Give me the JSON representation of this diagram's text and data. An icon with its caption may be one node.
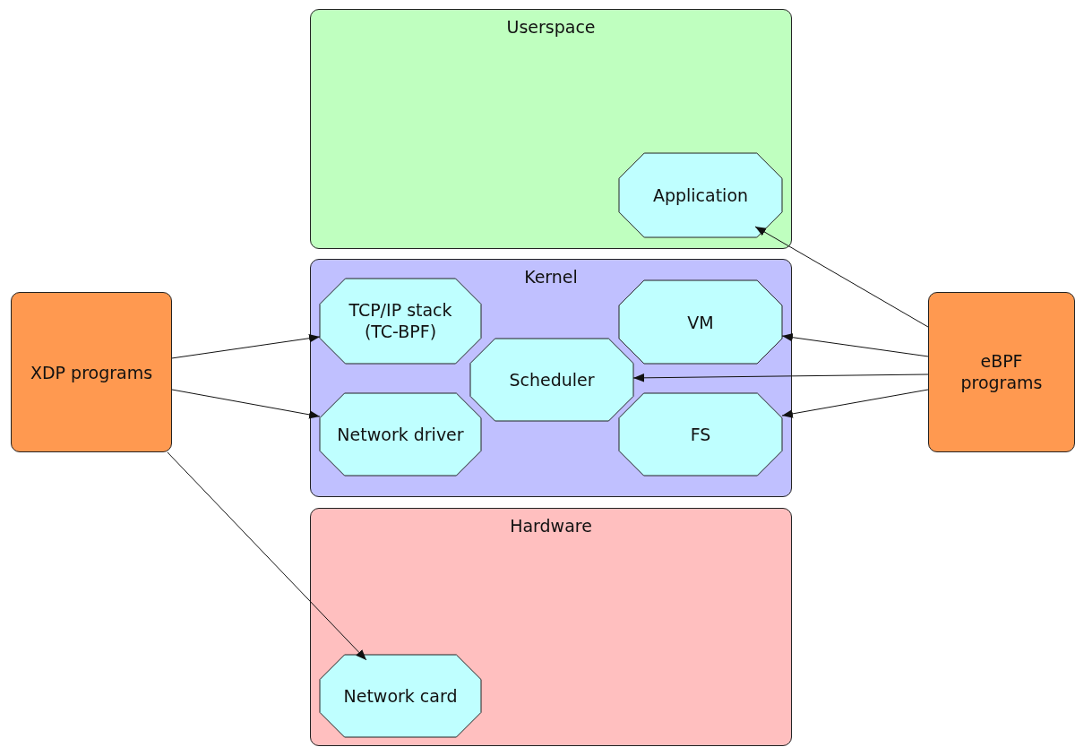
{
  "diagram": {
    "nodes": [
      {
        "text": [
          "Userspace"
        ]
      },
      {
        "text": [
          "Application"
        ],
        "in": 0
      },
      {
        "text": [
          "Kernel"
        ]
      },
      {
        "text": [
          "TCP/IP stack (TC-BPF)"
        ],
        "in": 2
      },
      {
        "text": [
          "VM"
        ],
        "in": 2
      },
      {
        "text": [
          "Scheduler"
        ],
        "in": 2
      },
      {
        "text": [
          "Network driver"
        ],
        "in": 2
      },
      {
        "text": [
          "FS"
        ],
        "in": 2
      },
      {
        "text": [
          "Hardware"
        ]
      },
      {
        "text": [
          "Network card"
        ],
        "in": 8
      },
      {
        "text": [
          "XDP programs"
        ]
      },
      {
        "text": [
          "eBPF programs"
        ]
      }
    ],
    "edges": [
      {
        "from": 10,
        "to": 3,
        "arrow": "to"
      },
      {
        "from": 10,
        "to": 6,
        "arrow": "to"
      },
      {
        "from": 10,
        "to": 9,
        "arrow": "to"
      },
      {
        "from": 11,
        "to": 1,
        "arrow": "to"
      },
      {
        "from": 11,
        "to": 4,
        "arrow": "to"
      },
      {
        "from": 11,
        "to": 5,
        "arrow": "to"
      },
      {
        "from": 11,
        "to": 7,
        "arrow": "to"
      }
    ]
  }
}
